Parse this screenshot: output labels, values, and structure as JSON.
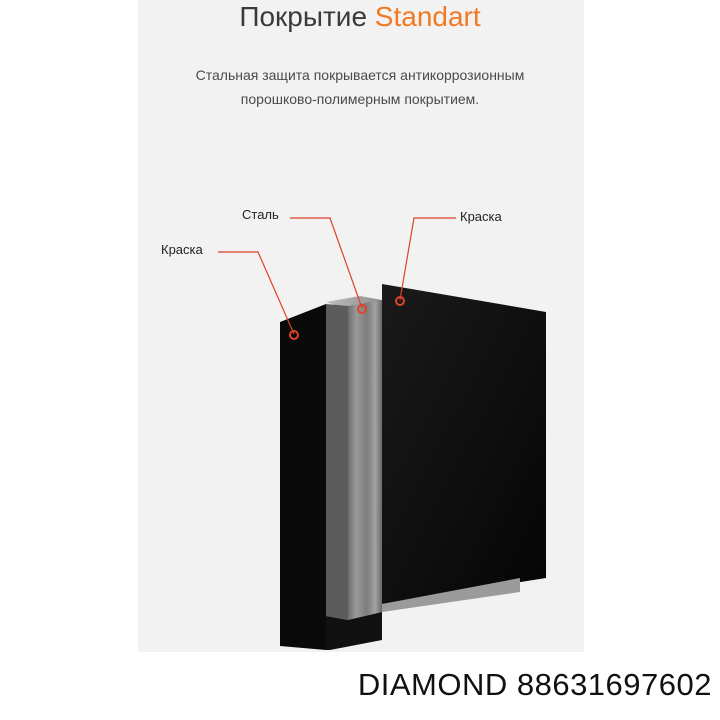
{
  "header": {
    "title_prefix": "Покрытие",
    "title_accent": "Standart",
    "description_line1": "Стальная защита покрывается антикоррозионным",
    "description_line2": "порошково-полимерным покрытием."
  },
  "callouts": {
    "steel": "Сталь",
    "paint_left": "Краска",
    "paint_right": "Краска"
  },
  "colors": {
    "accent": "#f07a22",
    "marker": "#e0422a",
    "paint_layer": "#0d0d0d",
    "steel_layer": "#8a8a8a"
  },
  "footer": {
    "brand": "DIAMOND",
    "part_number": "88631697602"
  }
}
